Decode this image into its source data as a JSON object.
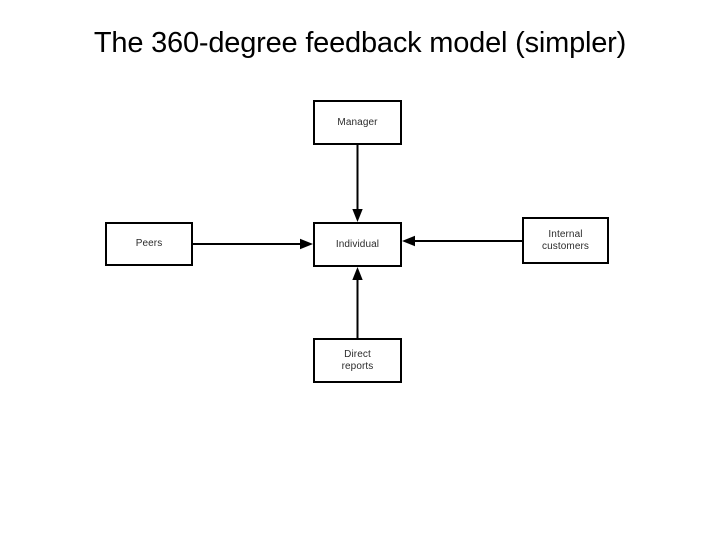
{
  "slide": {
    "title": "The 360-degree feedback model (simpler)",
    "background_color": "#ffffff",
    "line_color": "#000000",
    "text_color": "#2b2b2b"
  },
  "diagram": {
    "type": "flow-diagram",
    "center": {
      "id": "individual",
      "label": "Individual"
    },
    "sources": [
      {
        "id": "manager",
        "label": "Manager",
        "position": "top",
        "arrow": "down"
      },
      {
        "id": "peers",
        "label": "Peers",
        "position": "left",
        "arrow": "right"
      },
      {
        "id": "internal-customers",
        "label": "Internal\ncustomers",
        "position": "right",
        "arrow": "left"
      },
      {
        "id": "direct-reports",
        "label": "Direct\nreports",
        "position": "bottom",
        "arrow": "up"
      }
    ]
  }
}
